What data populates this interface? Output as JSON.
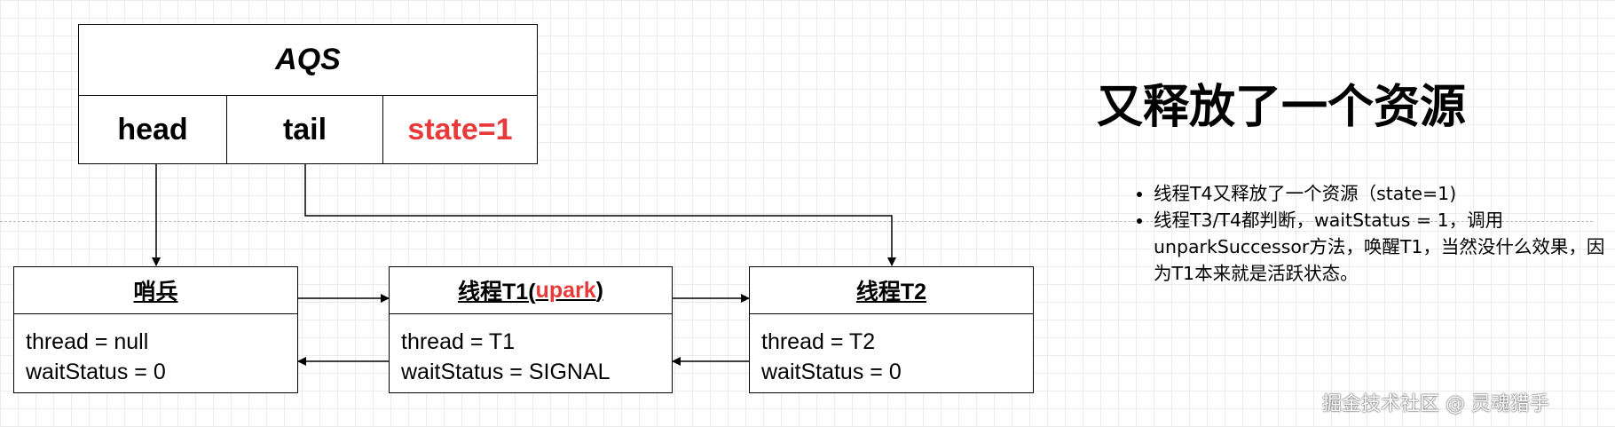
{
  "aqs": {
    "title": "AQS",
    "fields": [
      "head",
      "tail",
      "state=1"
    ]
  },
  "nodes": [
    {
      "title": "哨兵",
      "title_highlight": "",
      "title_suffix": "",
      "thread": "thread = null",
      "wait_status": "waitStatus = 0"
    },
    {
      "title": "线程T1(",
      "title_highlight": "upark",
      "title_suffix": ")",
      "thread": "thread = T1",
      "wait_status": "waitStatus = SIGNAL"
    },
    {
      "title": "线程T2",
      "title_highlight": "",
      "title_suffix": "",
      "thread": "thread = T2",
      "wait_status": "waitStatus = 0"
    }
  ],
  "panel": {
    "heading": "又释放了一个资源",
    "bullets": [
      "线程T4又释放了一个资源（state=1)",
      "线程T3/T4都判断，waitStatus = 1，调用unparkSuccessor方法，唤醒T1，当然没什么效果，因为T1本来就是活跃状态。"
    ]
  },
  "watermark": "掘金技术社区 @ 灵魂猎手",
  "colors": {
    "highlight": "#e83a3a",
    "stroke": "#000000"
  }
}
